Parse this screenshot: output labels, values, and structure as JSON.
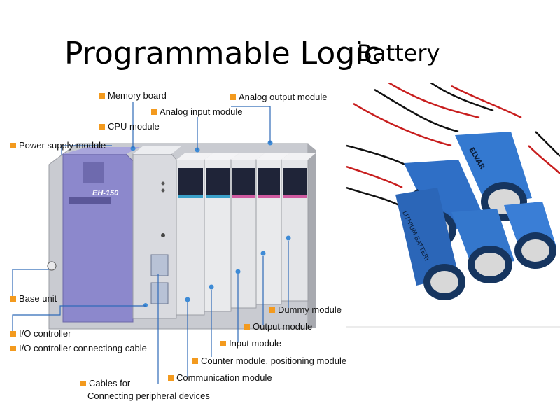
{
  "header": {
    "title": "Programmable Logic",
    "subtitle": "Battery"
  },
  "plc": {
    "brand_text": "EH-150",
    "labels": {
      "memory_board": "Memory board",
      "analog_output": "Analog output module",
      "analog_input": "Analog input module",
      "cpu": "CPU module",
      "power_supply": "Power supply module",
      "base_unit": "Base unit",
      "io_controller": "I/O controller",
      "io_cable": "I/O controller connectiong cable",
      "cables_line1": "Cables for",
      "cables_line2": "Connecting peripheral devices",
      "communication": "Communication module",
      "counter": "Counter module, positioning module",
      "input": "Input module",
      "output": "Output module",
      "dummy": "Dummy  module"
    }
  },
  "battery": {
    "brand": "ELVAR",
    "cell_text": "LITHIUM BATTERY"
  },
  "colors": {
    "label_marker": "#f39a1e",
    "module_blue": "#2a4a8c",
    "battery_blue": "#2f6fc6",
    "psu_purple": "#8a86c8"
  }
}
